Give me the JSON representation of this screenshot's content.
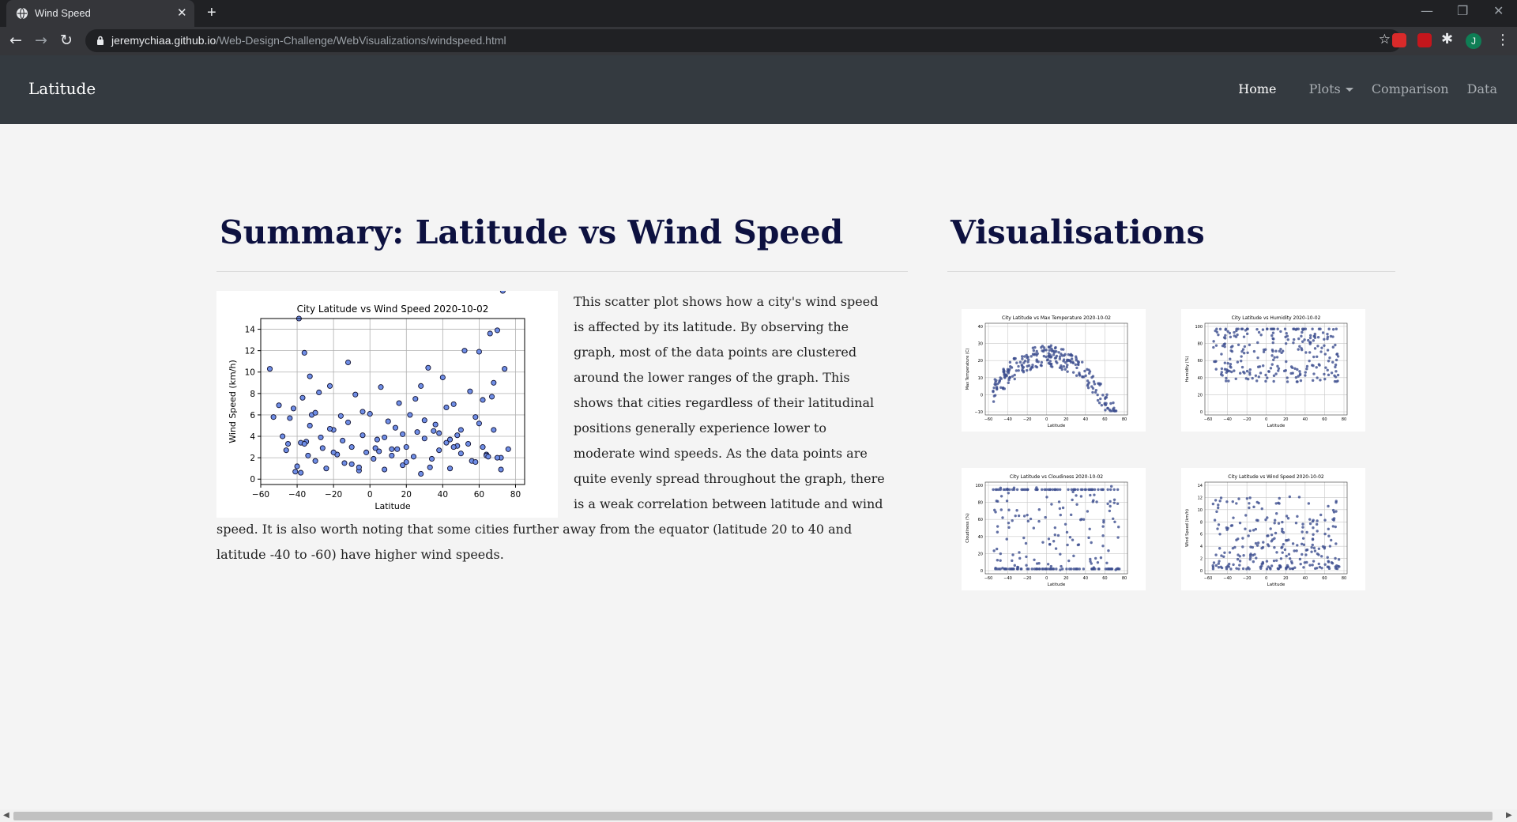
{
  "browser": {
    "tab_title": "Wind Speed",
    "new_tab": "+",
    "url_host": "jeremychiaa.github.io",
    "url_path": "/Web-Design-Challenge/WebVisualizations/windspeed.html",
    "avatar_letter": "J",
    "accent": "#35363a"
  },
  "navbar": {
    "brand": "Latitude",
    "links": [
      "Home",
      "Plots",
      "Comparison",
      "Data"
    ],
    "bg": "#343a40"
  },
  "summary": {
    "heading": "Summary: Latitude vs Wind Speed",
    "text": "This scatter plot shows how a city's wind speed is affected by its latitude. By observing the graph, most of the data points are clustered around the lower ranges of the graph. This shows that cities regardless of their latitudinal positions generally experience lower to moderate wind speeds. As the data points are quite evenly spread throughout the graph, there is a weak correlation between latitude and wind speed. It is also worth noting that some cities further away from the equator (latitude 20 to 40 and latitude -40 to -60) have higher wind speeds."
  },
  "visualisations": {
    "heading": "Visualisations",
    "thumbs": [
      {
        "title": "City Latitude vs Max Temperature 2020-10-02",
        "ylabel": "Max Temperature (C)",
        "xlabel": "Latitude",
        "yticks": [
          "−10",
          "0",
          "10",
          "20",
          "30",
          "40"
        ]
      },
      {
        "title": "City Latitude vs Humidity 2020-10-02",
        "ylabel": "Humidity (%)",
        "xlabel": "Latitude",
        "yticks": [
          "0",
          "20",
          "40",
          "60",
          "80",
          "100"
        ]
      },
      {
        "title": "City Latitude vs Cloudiness 2020-10-02",
        "ylabel": "Cloudiness (%)",
        "xlabel": "Latitude",
        "yticks": [
          "0",
          "20",
          "40",
          "60",
          "80",
          "100"
        ]
      },
      {
        "title": "City Latitude vs Wind Speed 2020-10-02",
        "ylabel": "Wind Speed (km/h)",
        "xlabel": "Latitude",
        "yticks": [
          "0",
          "2",
          "4",
          "6",
          "8",
          "10",
          "12",
          "14"
        ]
      }
    ],
    "xticks": [
      "−60",
      "−40",
      "−20",
      "0",
      "20",
      "40",
      "60",
      "80"
    ]
  },
  "chart_data": {
    "type": "scatter",
    "title": "City Latitude vs Wind Speed 2020-10-02",
    "xlabel": "Latitude",
    "ylabel": "Wind Speed (km/h)",
    "xlim": [
      -60,
      85
    ],
    "ylim": [
      -0.5,
      15
    ],
    "xticks": [
      -60,
      -40,
      -20,
      0,
      20,
      40,
      60,
      80
    ],
    "yticks": [
      0,
      2,
      4,
      6,
      8,
      10,
      12,
      14
    ],
    "grid": true,
    "x": [
      -55,
      -53,
      -48,
      -46,
      -44,
      -42,
      -40,
      -39,
      -38,
      -37,
      -36,
      -35,
      -34,
      -33,
      -32,
      -30,
      -28,
      -26,
      -24,
      -22,
      -20,
      -18,
      -16,
      -14,
      -12,
      -10,
      -8,
      -6,
      -4,
      -2,
      0,
      2,
      4,
      6,
      8,
      10,
      12,
      14,
      16,
      18,
      20,
      22,
      24,
      26,
      28,
      30,
      32,
      34,
      36,
      38,
      40,
      42,
      44,
      46,
      48,
      50,
      52,
      54,
      56,
      58,
      60,
      62,
      64,
      66,
      68,
      70,
      72,
      74,
      76,
      -38,
      -33,
      -20,
      -10,
      -4,
      8,
      15,
      25,
      33,
      38,
      42,
      48,
      55,
      60,
      64,
      68,
      70,
      72,
      -45,
      -30,
      -15,
      5,
      20,
      35,
      50,
      65,
      -50,
      -41,
      -27,
      -12,
      3,
      18,
      28,
      44,
      58,
      67,
      -36,
      -22,
      -6,
      12,
      30,
      46,
      62,
      73
    ],
    "y": [
      10.3,
      5.8,
      4.0,
      2.7,
      5.7,
      6.6,
      1.2,
      15.0,
      0.6,
      7.6,
      11.8,
      3.5,
      2.2,
      9.6,
      6.0,
      1.7,
      8.1,
      2.9,
      1.0,
      8.7,
      4.6,
      2.3,
      5.9,
      1.5,
      10.9,
      3.0,
      7.9,
      0.8,
      4.1,
      2.5,
      6.1,
      1.9,
      3.7,
      8.6,
      0.9,
      5.4,
      2.2,
      4.8,
      7.1,
      1.3,
      3.0,
      6.0,
      2.1,
      4.4,
      0.5,
      3.8,
      10.4,
      1.9,
      5.1,
      2.7,
      9.5,
      3.4,
      1.0,
      7.0,
      4.1,
      2.4,
      12.0,
      3.3,
      1.7,
      5.8,
      11.9,
      3.0,
      2.3,
      13.6,
      4.6,
      13.9,
      2.0,
      10.3,
      2.8,
      3.4,
      5.0,
      2.5,
      1.4,
      6.3,
      3.9,
      2.8,
      7.5,
      1.1,
      4.3,
      6.7,
      3.1,
      8.2,
      5.2,
      2.2,
      9.0,
      2.0,
      0.9,
      3.3,
      6.2,
      3.6,
      2.6,
      1.6,
      4.5,
      4.6,
      2.1,
      6.9,
      0.7,
      3.9,
      5.3,
      2.9,
      4.2,
      8.7,
      3.7,
      1.6,
      7.7,
      3.3,
      4.7,
      1.1,
      2.8,
      5.5,
      3.0,
      7.4
    ]
  }
}
